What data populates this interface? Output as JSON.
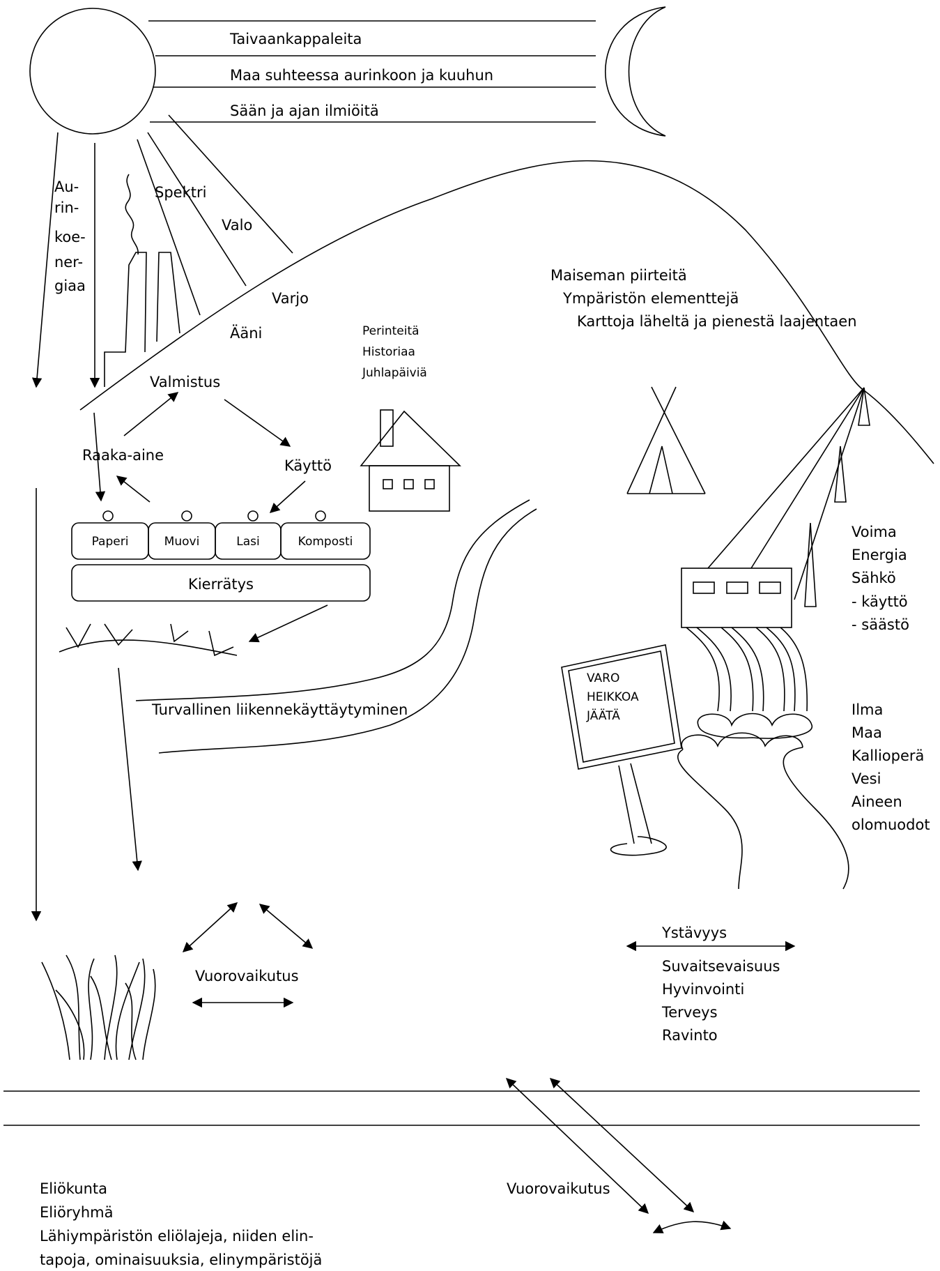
{
  "band": {
    "lines": [
      "Taivaankappaleita",
      "Maa suhteessa aurinkoon ja kuuhun",
      "Sään ja ajan ilmiöitä"
    ]
  },
  "sun_energy": [
    "Au-",
    "rin-",
    "koe-",
    "ner-",
    "giaa"
  ],
  "rays": {
    "spektri": "Spektri",
    "valo": "Valo",
    "varjo": "Varjo",
    "aani": "Ääni"
  },
  "cycle": {
    "valmistus": "Valmistus",
    "raaka_aine": "Raaka-aine",
    "kaytto": "Käyttö"
  },
  "bins": [
    "Paperi",
    "Muovi",
    "Lasi",
    "Komposti"
  ],
  "recycling": "Kierrätys",
  "heritage": [
    "Perinteitä",
    "Historiaa",
    "Juhlapäiviä"
  ],
  "landscape": [
    "Maiseman piirteitä",
    "Ympäristön elementtejä",
    "Karttoja läheltä ja pienestä laajentaen"
  ],
  "power": [
    "Voima",
    "Energia",
    "Sähkö",
    "- käyttö",
    "- säästö"
  ],
  "sign": [
    "VARO",
    "HEIKKOA",
    "JÄÄTÄ"
  ],
  "traffic": "Turvallinen liikennekäyttäytyminen",
  "matter": [
    "Ilma",
    "Maa",
    "Kallioperä",
    "Vesi",
    "Aineen",
    "olomuodot"
  ],
  "interaction": "Vuorovaikutus",
  "friendship": "Ystävyys",
  "wellbeing": [
    "Suvaitsevaisuus",
    "Hyvinvointi",
    "Terveys",
    "Ravinto"
  ],
  "organisms": [
    "Eliökunta",
    "Eliöryhmä",
    "Lähiympäristön eliölajeja, niiden elin-",
    "tapoja, ominaisuuksia, elinympäristöjä"
  ],
  "interaction2": "Vuorovaikutus"
}
